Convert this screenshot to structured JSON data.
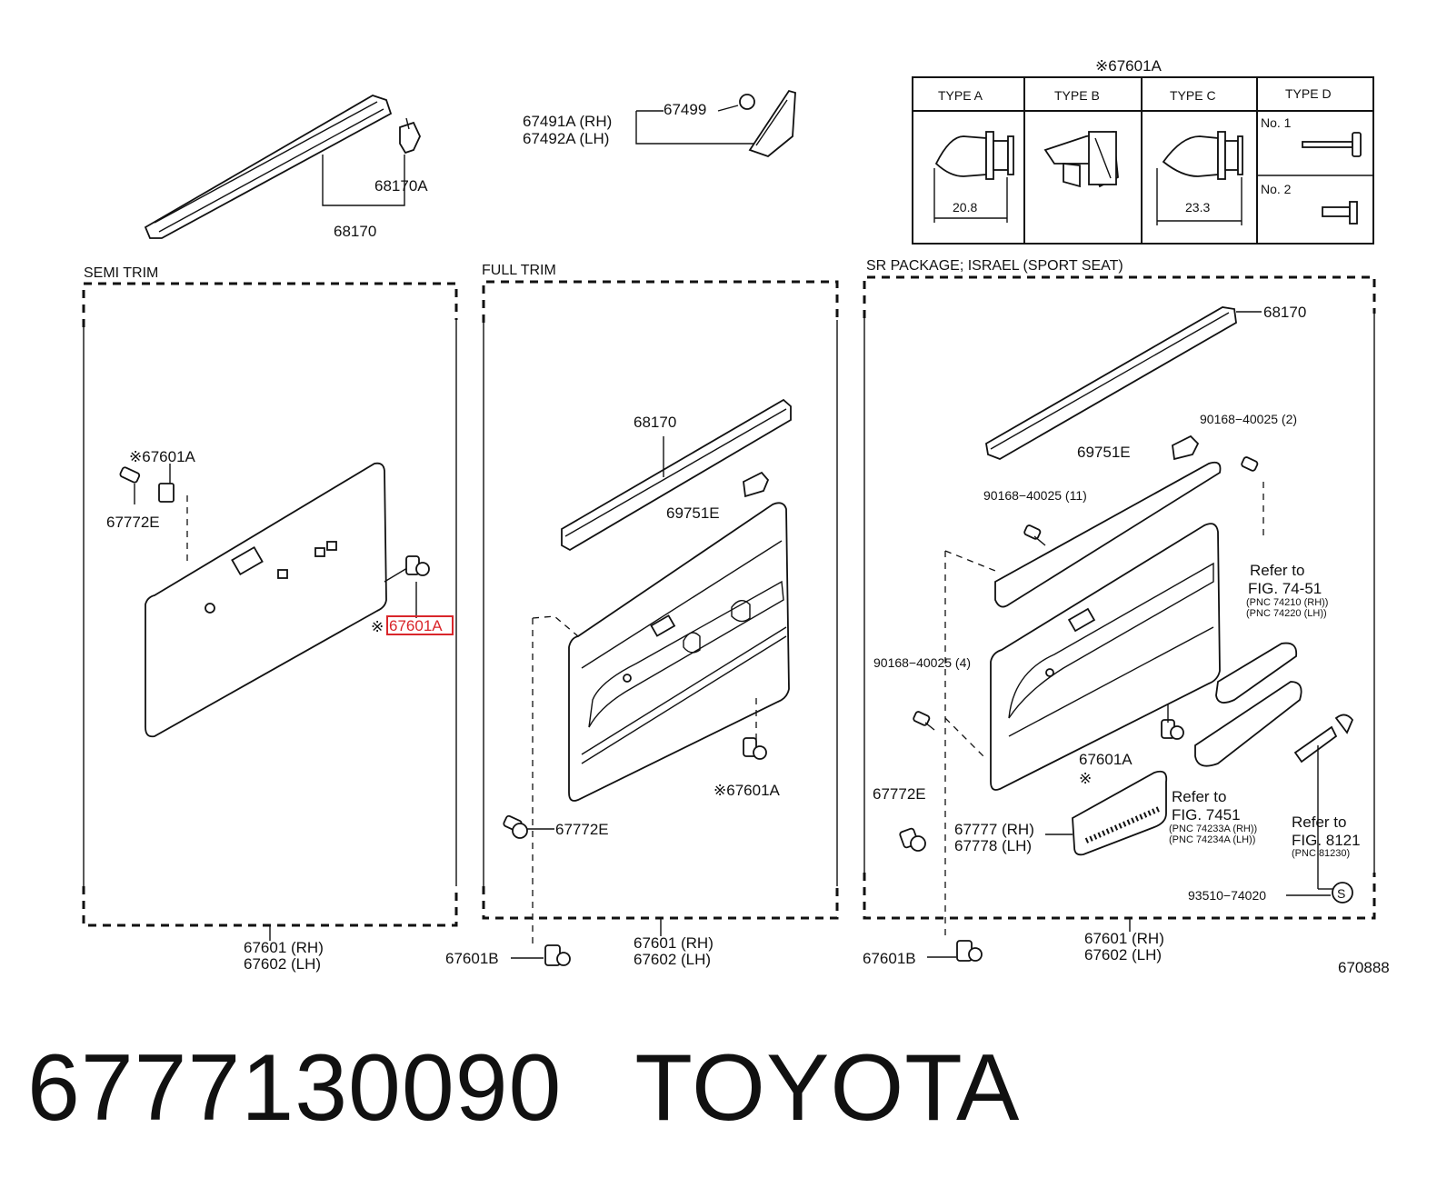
{
  "caption": {
    "part_number": "6777130090",
    "brand": "TOYOTA"
  },
  "figure_number": "670888",
  "top": {
    "weatherstrip_labels": [
      "68170A",
      "68170"
    ],
    "mirror_cover": {
      "rh": "67491A (RH)",
      "lh": "67492A (LH)",
      "clip": "67499"
    }
  },
  "clip_table": {
    "title": "※67601A",
    "headers": [
      "TYPE A",
      "TYPE B",
      "TYPE C",
      "TYPE D"
    ],
    "type_a_dim": "20.8",
    "type_c_dim": "23.3",
    "type_d_no1": "No. 1",
    "type_d_no2": "No. 2"
  },
  "semi_trim": {
    "title": "SEMI TRIM",
    "clip_top": "※67601A",
    "screw": "67772E",
    "clip_right": "67601A",
    "clip_right_mark": "※",
    "panel_rh": "67601 (RH)",
    "panel_lh": "67602 (LH)"
  },
  "full_trim": {
    "title": "FULL TRIM",
    "weatherstrip": "68170",
    "knob": "69751E",
    "clip": "※67601A",
    "screw": "67772E",
    "panel_rh": "67601 (RH)",
    "panel_lh": "67602 (LH)",
    "clip_b": "67601B"
  },
  "sr_package": {
    "title": "SR  PACKAGE; ISRAEL (SPORT  SEAT)",
    "weatherstrip": "68170",
    "screw_2": "90168−40025 (2)",
    "knob": "69751E",
    "screw_11": "90168−40025 (11)",
    "refer_1": "Refer to",
    "refer_1_fig": "FIG. 74-51",
    "refer_1_pnc_rh": "(PNC 74210 (RH))",
    "refer_1_pnc_lh": "(PNC 74220 (LH))",
    "screw_4": "90168−40025 (4)",
    "clip": "67601A",
    "clip_mark": "※",
    "screw_e": "67772E",
    "pocket_rh": "67777 (RH)",
    "pocket_lh": "67778 (LH)",
    "refer_2": "Refer to",
    "refer_2_fig": "FIG. 7451",
    "refer_2_pnc_rh": "(PNC 74233A (RH))",
    "refer_2_pnc_lh": "(PNC 74234A (LH))",
    "refer_3": "Refer to",
    "refer_3_fig": "FIG. 8121",
    "refer_3_pnc": "(PNC 81230)",
    "bolt": "93510−74020",
    "panel_rh": "67601 (RH)",
    "panel_lh": "67602 (LH)",
    "clip_b": "67601B"
  },
  "highlight_color": "#d9262b"
}
